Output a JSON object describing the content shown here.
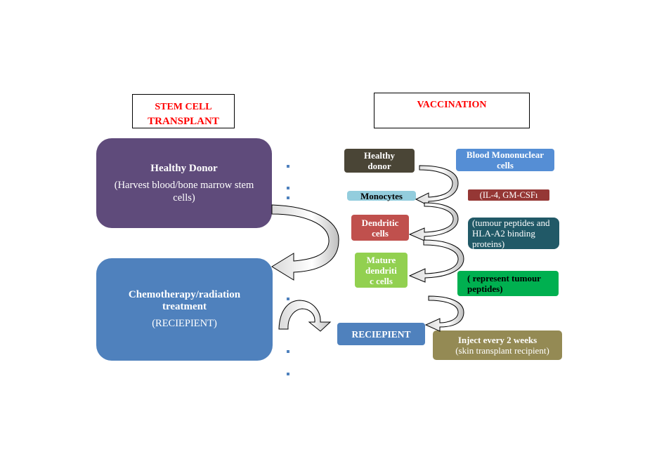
{
  "left_header": {
    "line1": "STEM CELL",
    "line2": "TRANSPLANT"
  },
  "right_header": {
    "text": "VACCINATION"
  },
  "donor_box": {
    "title": "Healthy Donor",
    "subtitle": "(Harvest blood/bone marrow stem cells)"
  },
  "recipient_box": {
    "title": "Chemotherapy/radiation treatment",
    "subtitle": "(RECIEPIENT)"
  },
  "vaccination": {
    "healthy_donor": "Healthy donor",
    "blood_cells": "Blood Mononuclear cells",
    "monocytes": "Monocytes",
    "cytokines": "(IL-4, GM-CSFı",
    "dendritic": "Dendritic cells",
    "tumour_peptides": "(tumour peptides and HLA-A2 binding proteins)",
    "mature_dendritic": "Mature dendriti c cells",
    "represent": "( represent tumour peptides)",
    "recipient": "RECIEPIENT",
    "inject_title": "Inject every 2 weeks",
    "inject_subtitle": "(skin transplant recipient)"
  },
  "colors": {
    "donor": "#5f4b7b",
    "recipient": "#4f81bd",
    "dark_olive": "#4a4536",
    "light_blue": "#93cddd",
    "dark_red": "#953735",
    "red": "#c0504d",
    "teal": "#215967",
    "light_green": "#92d050",
    "green": "#00b050",
    "olive": "#948a54",
    "title_red": "#ff0000"
  }
}
